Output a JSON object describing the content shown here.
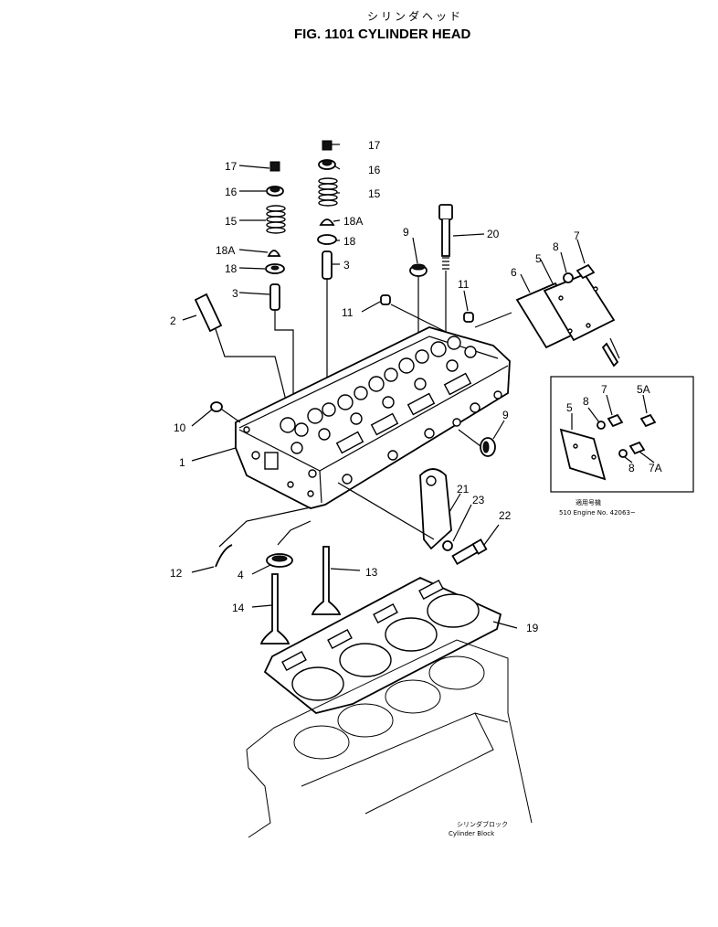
{
  "header": {
    "title_jp": "シリンダヘッド",
    "title": "FIG. 1101  CYLINDER HEAD"
  },
  "callouts": {
    "c1": "1",
    "c2": "2",
    "c3a": "3",
    "c3b": "3",
    "c4": "4",
    "c5": "5",
    "c5i": "5",
    "c5a": "5A",
    "c6": "6",
    "c7": "7",
    "c7i": "7",
    "c7a": "7A",
    "c8": "8",
    "c8i": "8",
    "c8ib": "8",
    "c9a": "9",
    "c9b": "9",
    "c10": "10",
    "c11a": "11",
    "c11b": "11",
    "c12": "12",
    "c13": "13",
    "c14": "14",
    "c15a": "15",
    "c15b": "15",
    "c16a": "16",
    "c16b": "16",
    "c17a": "17",
    "c17b": "17",
    "c18a": "18",
    "c18b": "18",
    "c18aa": "18A",
    "c18ab": "18A",
    "c19": "19",
    "c20": "20",
    "c21": "21",
    "c22": "22",
    "c23": "23"
  },
  "inset": {
    "note_jp": "適用号機",
    "note": "510 Engine No. 42063~"
  },
  "block": {
    "label_jp": "シリンダブロック",
    "label": "Cylinder Block"
  }
}
